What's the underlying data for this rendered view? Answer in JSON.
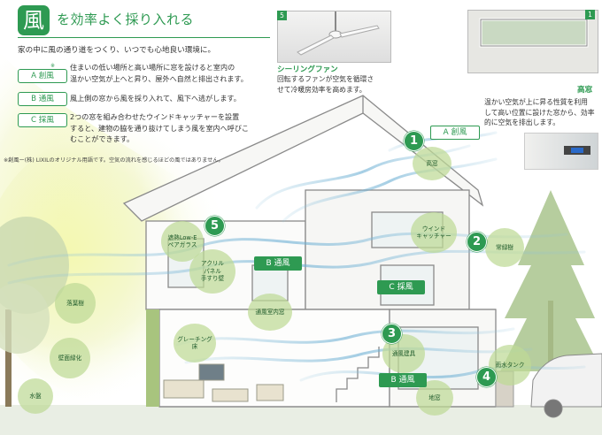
{
  "header": {
    "kanji": "風",
    "title": "を効率よく採り入れる",
    "intro": "家の中に風の通り道をつくり、いつでも心地良い環境に。",
    "wind_types": [
      {
        "label": "A 創風",
        "mark": "※",
        "desc_lines": [
          "住まいの低い場所と高い場所に窓を設けると室内の",
          "温かい空気が上へと昇り、屋外へ自然と排出されます。"
        ]
      },
      {
        "label": "B 通風",
        "mark": "",
        "desc_lines": [
          "風上側の窓から風を採り入れて、風下へ逃がします。"
        ]
      },
      {
        "label": "C 採風",
        "mark": "",
        "desc_lines": [
          "2つの窓を組み合わせたウインドキャッチャーを設置",
          "すると、建物の脇を通り抜けてしまう風を室内へ呼びこ",
          "むことができます。"
        ]
      }
    ],
    "footnote": "※創風ー(株) LIXILのオリジナル用語です。空気の流れを感じるほどの風ではありません。"
  },
  "photos": [
    {
      "number": "5",
      "title": "シーリングファン",
      "desc_lines": [
        "回転するファンが空気を循環さ",
        "せて冷暖房効率を高めます。"
      ]
    },
    {
      "number": "1",
      "title": "高窓",
      "desc_lines": [
        "温かい空気が上に昇る性質を利用",
        "して高い位置に設けた窓から、効率",
        "的に空気を排出します。"
      ]
    }
  ],
  "markers": [
    "1",
    "2",
    "3",
    "4",
    "5"
  ],
  "wind_labels": {
    "a": "A 創風",
    "b_upper": "B 通風",
    "c": "C 採風",
    "b_lower": "B 通風"
  },
  "balloons": {
    "high_window": "高窓",
    "wind_catcher": [
      "ウインド",
      "キャッチャー"
    ],
    "evergreen": "常緑樹",
    "low_e": [
      "遮熱Low-E",
      "ペアガラス"
    ],
    "acrylic": [
      "アクリル",
      "パネル",
      "手すり壁"
    ],
    "vent_window_indoor": "通風室内窓",
    "deciduous": "落葉樹",
    "grating": [
      "グレーチング",
      "床"
    ],
    "wall_greening": "壁面緑化",
    "pond": "水盤",
    "vent_fixture": "通風建具",
    "rain_tank": "雨水タンク",
    "floor_window": "地窓"
  },
  "colors": {
    "accent": "#2e9a52",
    "balloon": "#bedaa0",
    "wind": "#7fb8d6",
    "sky_glow": "#eef5a8"
  }
}
